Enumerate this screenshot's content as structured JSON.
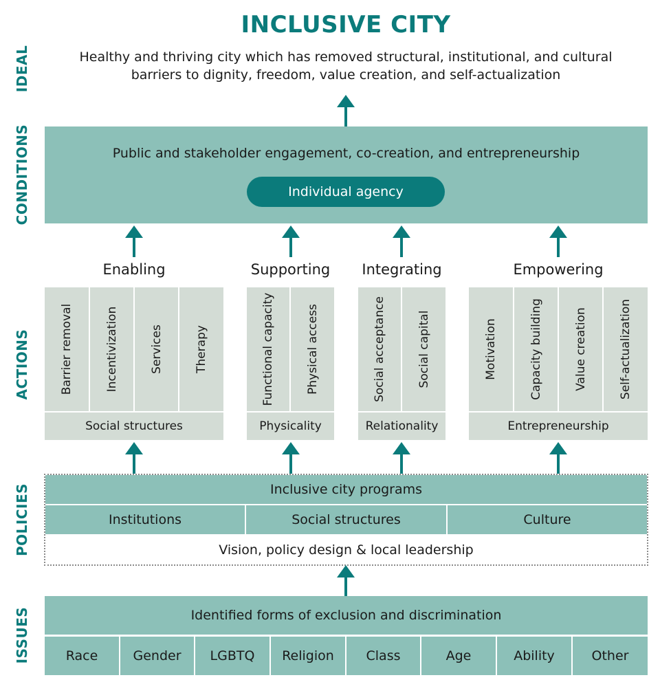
{
  "title": "INCLUSIVE CITY",
  "side_labels": {
    "ideal": "IDEAL",
    "conditions": "CONDITIONS",
    "actions": "ACTIONS",
    "policies": "POLICIES",
    "issues": "ISSUES"
  },
  "ideal": {
    "line1": "Healthy and thriving city which has removed structural, institutional, and cultural",
    "line2": "barriers to dignity, freedom, value creation, and self-actualization"
  },
  "conditions": {
    "text": "Public and stakeholder engagement, co-creation, and entrepreneurship",
    "agency": "Individual agency"
  },
  "actions": {
    "groups": [
      {
        "heading": "Enabling",
        "items": [
          "Barrier removal",
          "Incentivization",
          "Services",
          "Therapy"
        ],
        "category": "Social structures"
      },
      {
        "heading": "Supporting",
        "items": [
          "Functional capacity",
          "Physical access"
        ],
        "category": "Physicality"
      },
      {
        "heading": "Integrating",
        "items": [
          "Social acceptance",
          "Social capital"
        ],
        "category": "Relationality"
      },
      {
        "heading": "Empowering",
        "items": [
          "Motivation",
          "Capacity building",
          "Value creation",
          "Self-actualization"
        ],
        "category": "Entrepreneurship"
      }
    ]
  },
  "policies": {
    "programs": "Inclusive city programs",
    "areas": [
      "Institutions",
      "Social structures",
      "Culture"
    ],
    "vision": "Vision, policy design & local leadership"
  },
  "issues": {
    "header": "Identified forms of exclusion and discrimination",
    "items": [
      "Race",
      "Gender",
      "LGBTQ",
      "Religion",
      "Class",
      "Age",
      "Ability",
      "Other"
    ]
  },
  "colors": {
    "accent": "#0b7b7b",
    "teal_fill": "#8cc0b8",
    "grey_fill": "#d3dcd5"
  }
}
